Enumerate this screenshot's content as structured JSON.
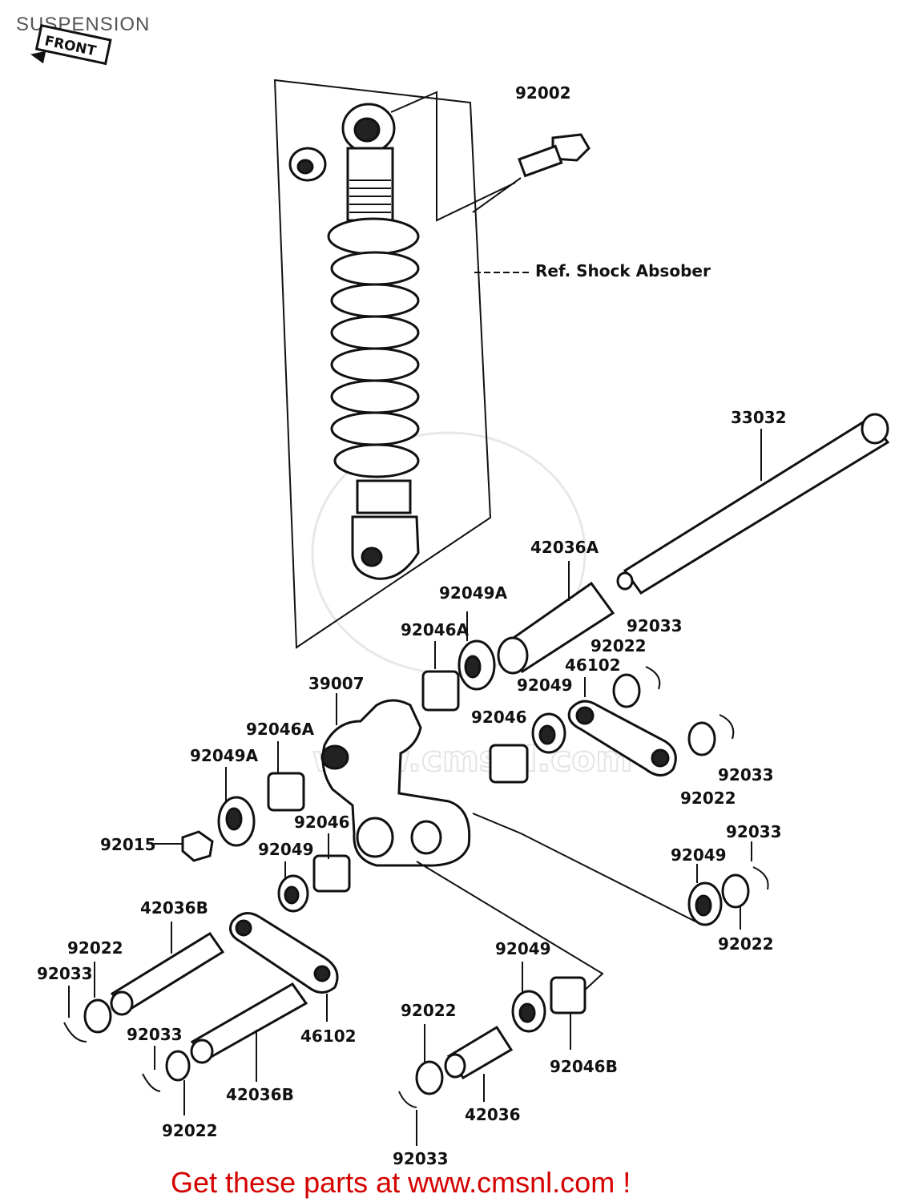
{
  "page": {
    "title": "SUSPENSION",
    "footer": "Get these parts at www.cmsnl.com !",
    "watermark": "www.cmsnl.com",
    "front_badge": "FRONT"
  },
  "callouts": {
    "ref_shock": "Ref. Shock Absober",
    "p92002": "92002",
    "p33032": "33032",
    "p42036A": "42036A",
    "p92049A_top": "92049A",
    "p92046A_top": "92046A",
    "p92033_a": "92033",
    "p92022_a": "92022",
    "p46102_top": "46102",
    "p39007": "39007",
    "p92049_a": "92049",
    "p92046_a": "92046",
    "p92046A_left": "92046A",
    "p92049A_left": "92049A",
    "p92033_b": "92033",
    "p92022_b": "92022",
    "p92015": "92015",
    "p92046_b": "92046",
    "p92049_b": "92049",
    "p92033_c": "92033",
    "p92049_c": "92049",
    "p92022_c": "92022",
    "p42036B_left": "42036B",
    "p92022_d": "92022",
    "p92033_d": "92033",
    "p46102_bottom": "46102",
    "p92033_e": "92033",
    "p42036B_bottom": "42036B",
    "p92022_e": "92022",
    "p92049_d": "92049",
    "p92022_f": "92022",
    "p92046B": "92046B",
    "p42036": "42036",
    "p92033_f": "92033"
  }
}
